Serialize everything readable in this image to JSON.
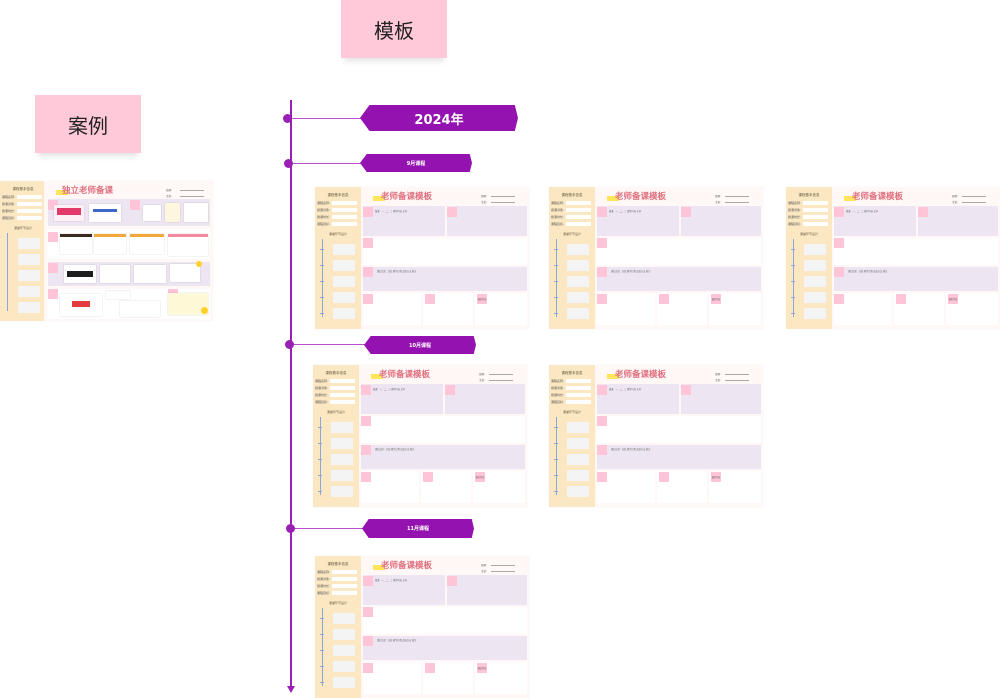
{
  "labels": {
    "template": "模板",
    "case": "案例"
  },
  "timeline": {
    "year": "2024年",
    "months": [
      "9月课程",
      "10月课程",
      "11月课程"
    ]
  },
  "card": {
    "title": "老师备课模板",
    "side_title": "课程基本信息",
    "side_fields": [
      "课程名称:",
      "授课对象:",
      "授课时长:",
      "课程目标:"
    ],
    "side_sub": "课堂环节设计",
    "meta": [
      "日期:",
      "主讲:"
    ],
    "note1": "备课：一、二、三 教学内容 文本",
    "note2": "课后反思：总结 教学过程 改进方法 备注",
    "pink_label": "课后作业"
  },
  "case_card": {
    "title": "独立老师备课"
  },
  "colors": {
    "accent": "#9412b0",
    "sticky": "#ffc9d9",
    "sidebar": "#fbe8c2",
    "title": "#e07180",
    "panel": "#ede5f1"
  }
}
